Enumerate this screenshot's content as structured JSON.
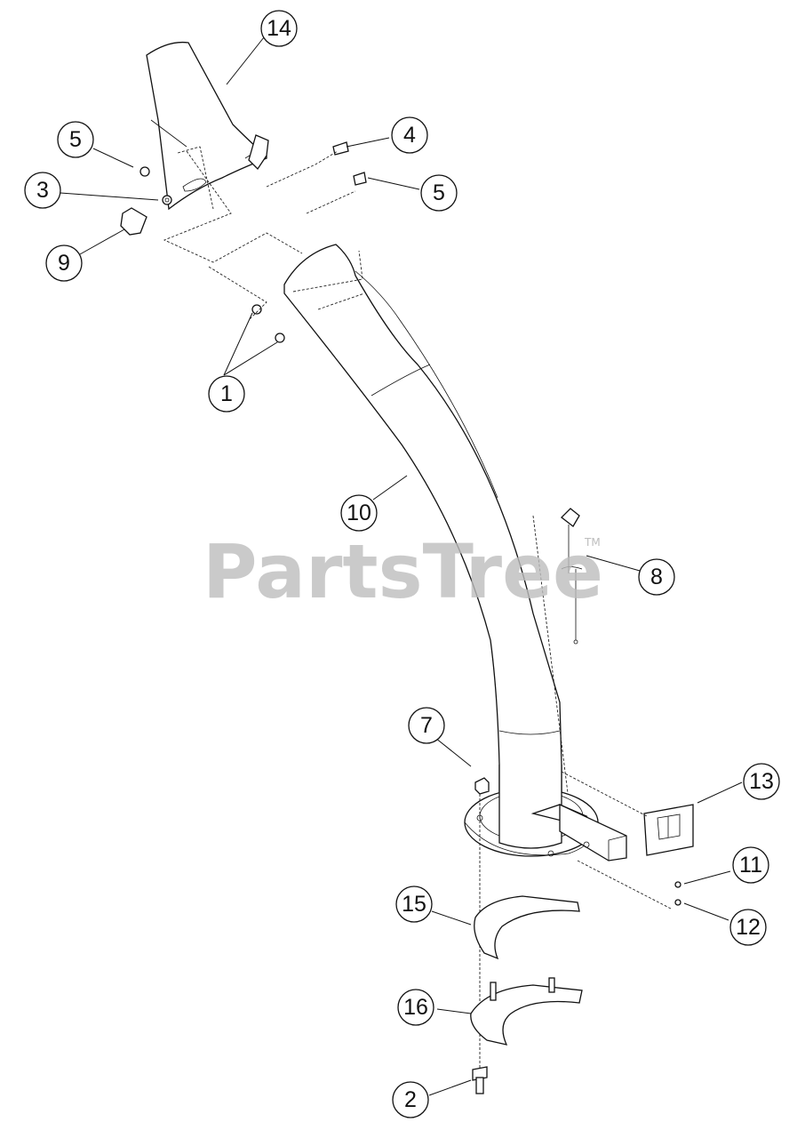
{
  "watermark": {
    "brand": "PartsTree",
    "trademark": "TM"
  },
  "callouts": [
    {
      "id": "c14",
      "label": "14"
    },
    {
      "id": "c5a",
      "label": "5"
    },
    {
      "id": "c4",
      "label": "4"
    },
    {
      "id": "c3",
      "label": "3"
    },
    {
      "id": "c5b",
      "label": "5"
    },
    {
      "id": "c9",
      "label": "9"
    },
    {
      "id": "c1",
      "label": "1"
    },
    {
      "id": "c10",
      "label": "10"
    },
    {
      "id": "c8",
      "label": "8"
    },
    {
      "id": "c7",
      "label": "7"
    },
    {
      "id": "c13",
      "label": "13"
    },
    {
      "id": "c11",
      "label": "11"
    },
    {
      "id": "c15",
      "label": "15"
    },
    {
      "id": "c12",
      "label": "12"
    },
    {
      "id": "c16",
      "label": "16"
    },
    {
      "id": "c2",
      "label": "2"
    }
  ]
}
